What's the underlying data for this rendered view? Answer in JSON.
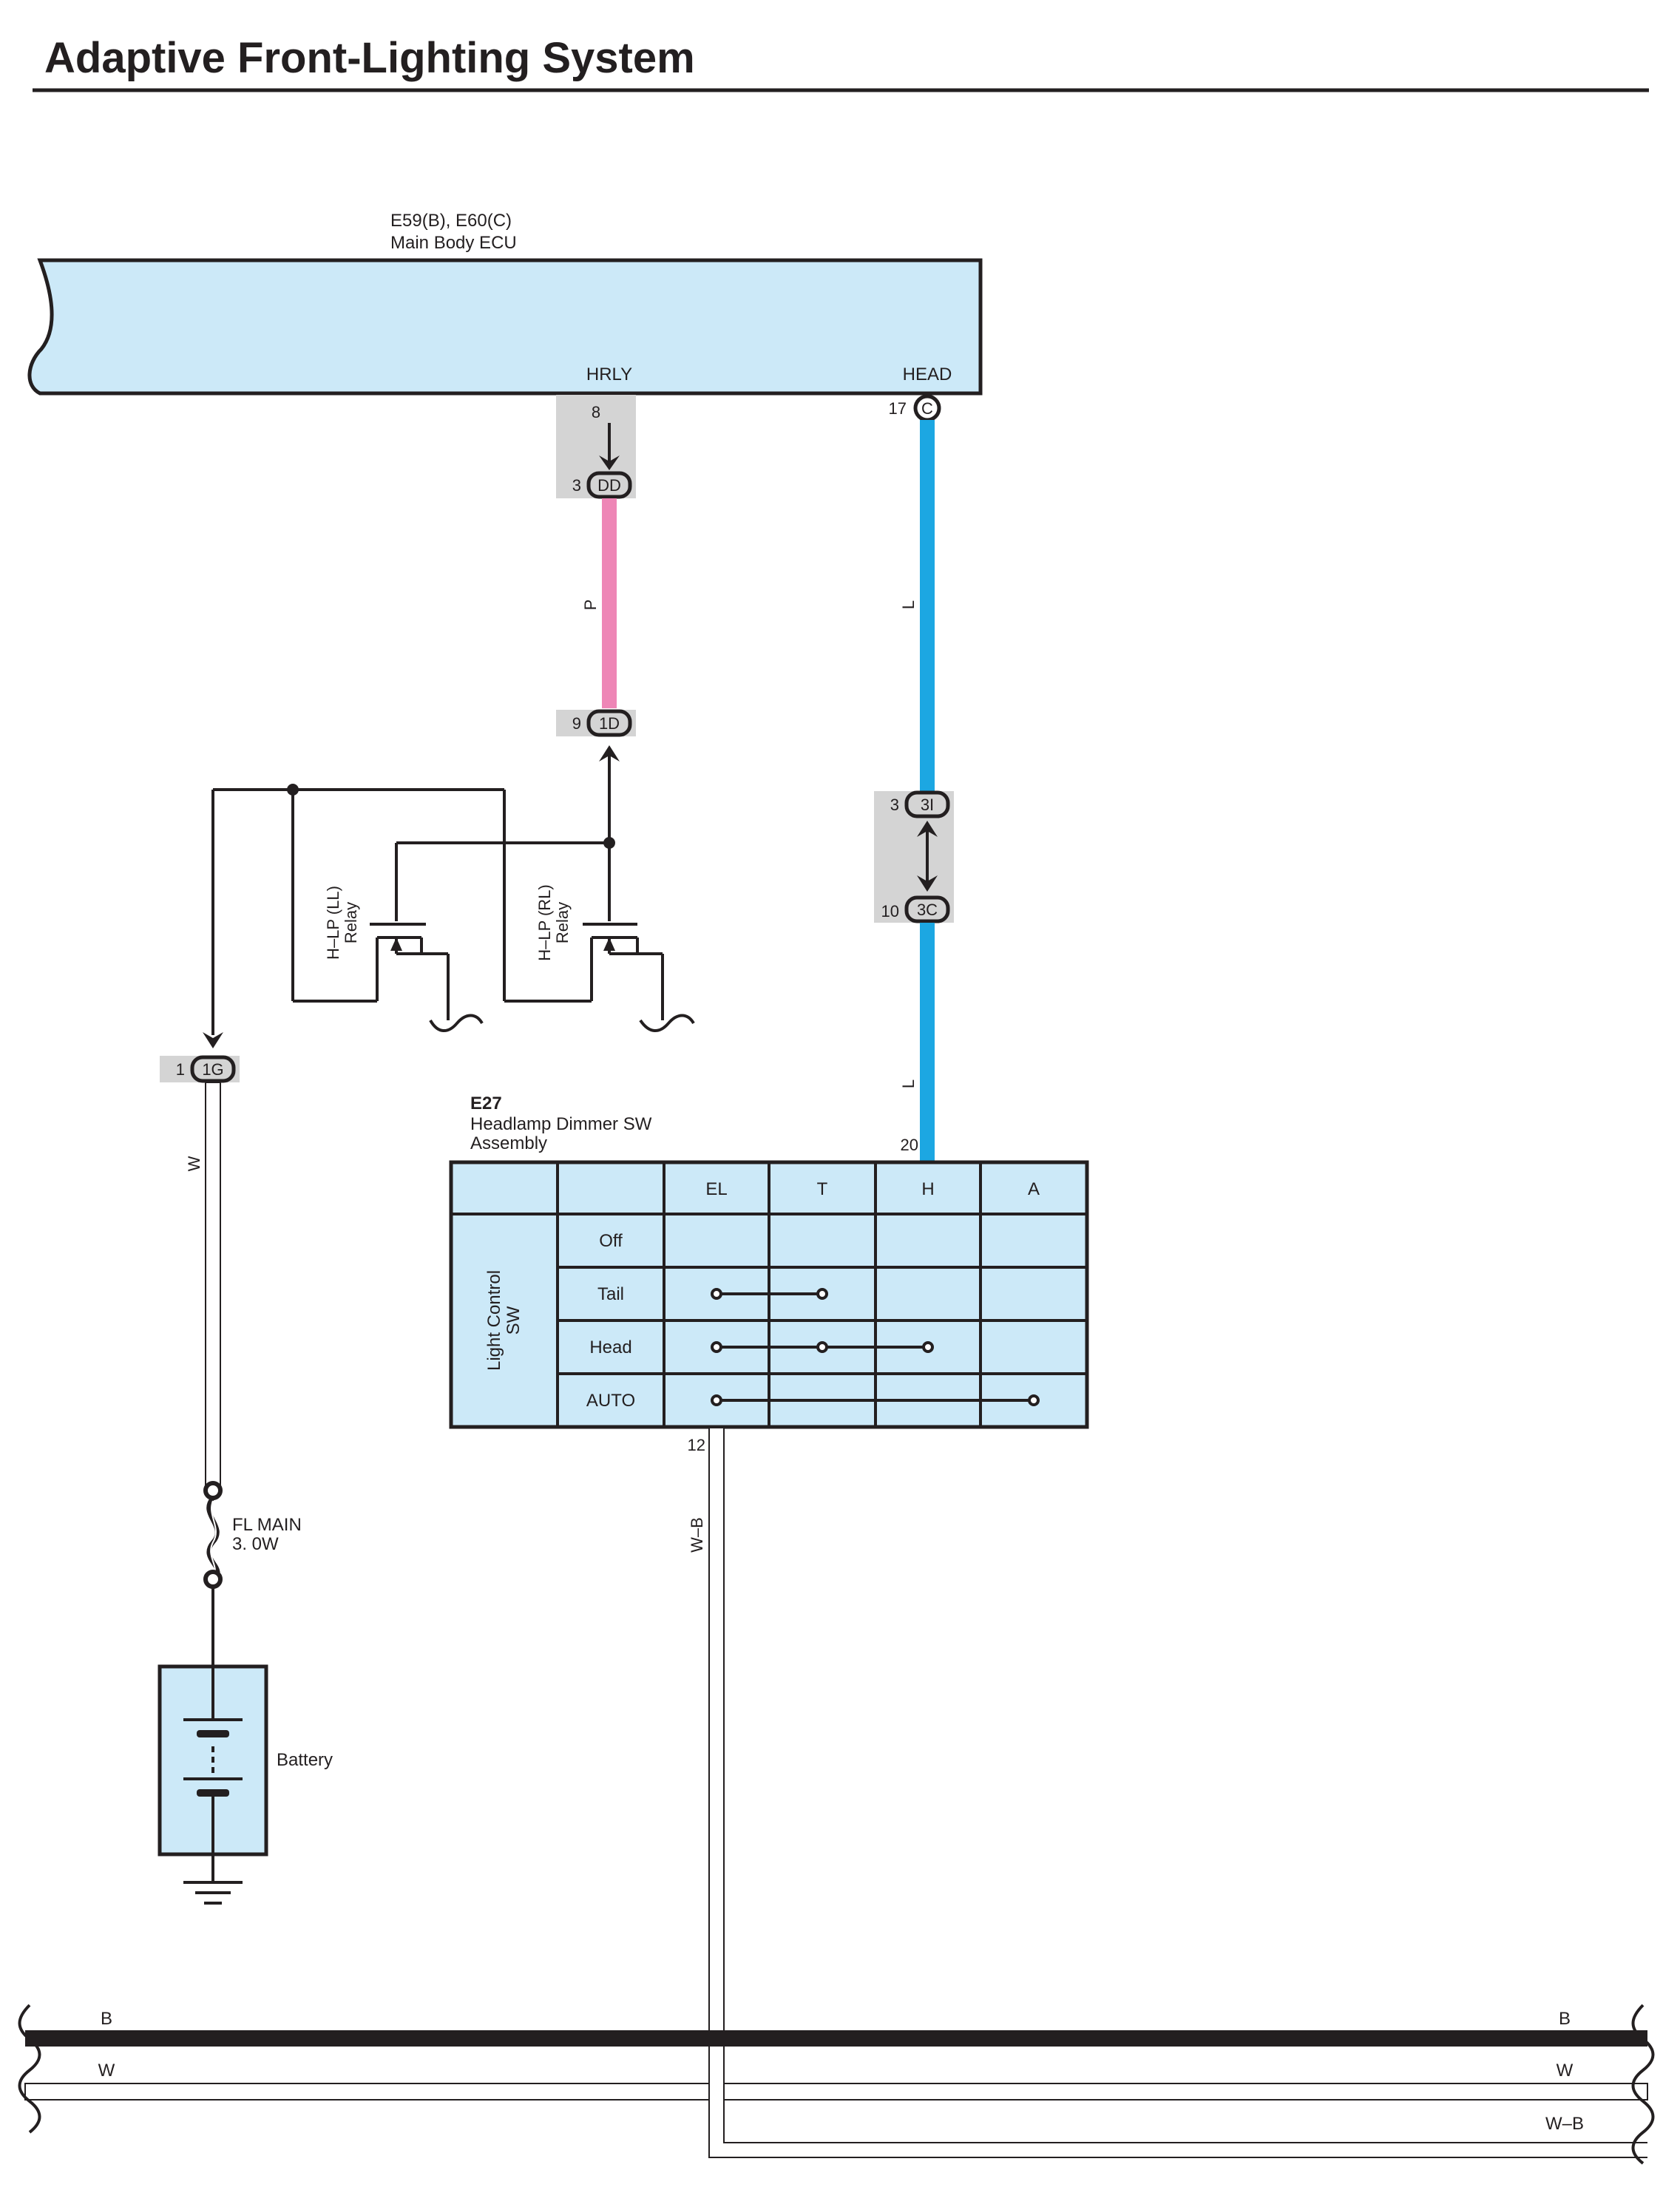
{
  "title": "Adaptive Front-Lighting System",
  "colors": {
    "component_fill": "#cce9f8",
    "connector_fill": "#d4d4d4",
    "wire_pink": "#ee86b6",
    "wire_blue": "#1ca7e2",
    "line": "#231f20"
  },
  "ecu": {
    "code": "E59(B), E60(C)",
    "name": "Main Body ECU",
    "terminals": [
      {
        "label": "HRLY",
        "pin": "8"
      },
      {
        "label": "HEAD",
        "pin": "17",
        "connector": "C"
      }
    ]
  },
  "connectors": [
    {
      "pin": "3",
      "code": "DD"
    },
    {
      "pin": "9",
      "code": "1D"
    },
    {
      "pin": "3",
      "code": "3I"
    },
    {
      "pin": "10",
      "code": "3C"
    },
    {
      "pin": "1",
      "code": "1G"
    }
  ],
  "wires": {
    "p": "P",
    "l_upper": "L",
    "l_lower": "L",
    "w": "W",
    "wb": "W–B"
  },
  "relays": [
    {
      "line1": "H–LP (LL)",
      "line2": "Relay"
    },
    {
      "line1": "H–LP (RL)",
      "line2": "Relay"
    }
  ],
  "switch": {
    "code": "E27",
    "name_line1": "Headlamp Dimmer SW",
    "name_line2": "Assembly",
    "pin_top": "20",
    "pin_bottom": "12",
    "group_line1": "Light Control",
    "group_line2": "SW",
    "columns": [
      "EL",
      "T",
      "H",
      "A"
    ],
    "rows": [
      "Off",
      "Tail",
      "Head",
      "AUTO"
    ]
  },
  "fuse": {
    "name": "FL MAIN",
    "rating": "3. 0W"
  },
  "battery": {
    "label": "Battery"
  },
  "buses": {
    "left": [
      "B",
      "W"
    ],
    "right": [
      "B",
      "W",
      "W–B"
    ]
  }
}
